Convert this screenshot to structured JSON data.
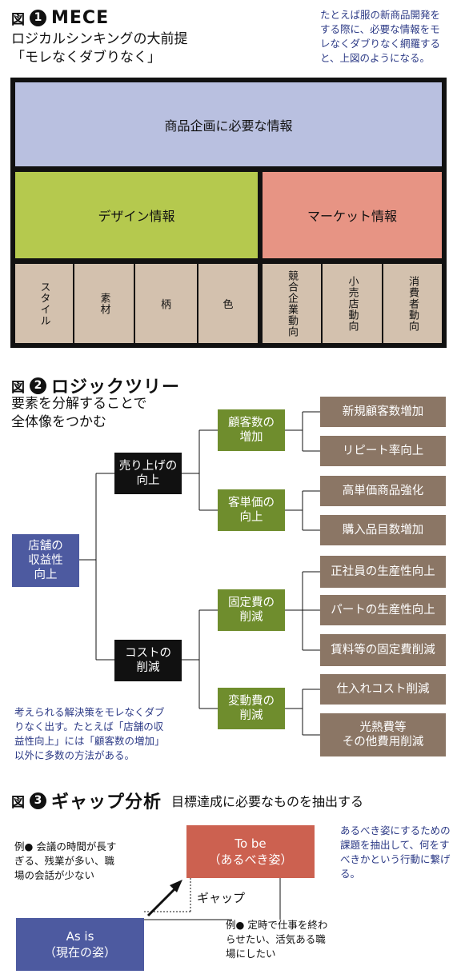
{
  "fig1": {
    "label": "図",
    "number": "1",
    "title": "MECE",
    "subtitle_line1": "ロジカルシンキングの大前提",
    "subtitle_line2": "「モレなくダブりなく」",
    "note": "たとえば服の新商品開発をする際に、必要な情報をモレなくダブりなく網羅すると、上図のようになる。",
    "top_box": "商品企画に必要な情報",
    "left_box": "デザイン情報",
    "right_box": "マーケット情報",
    "design_items": [
      "スタイル",
      "素材",
      "柄",
      "色"
    ],
    "market_items": [
      "競合企業動向",
      "小売店動向",
      "消費者動向"
    ],
    "colors": {
      "top": "#b9c0e0",
      "left": "#b5c94e",
      "right": "#e79484",
      "bottom": "#d3c1ae"
    }
  },
  "fig2": {
    "label": "図",
    "number": "2",
    "title": "ロジックツリー",
    "subtitle_line1": "要素を分解することで",
    "subtitle_line2": "全体像をつかむ",
    "root": "店舗の\n収益性\n向上",
    "sales": "売り上げの\n向上",
    "cost": "コストの\n削減",
    "customers": "顧客数の\n増加",
    "unit_price": "客単価の\n向上",
    "fixed_cost": "固定費の\n削減",
    "variable_cost": "変動費の\n削減",
    "leaves": [
      "新規顧客数増加",
      "リピート率向上",
      "高単価商品強化",
      "購入品目数増加",
      "正社員の生産性向上",
      "パートの生産性向上",
      "賃料等の固定費削減",
      "仕入れコスト削減",
      "光熱費等\nその他費用削減"
    ],
    "note": "考えられる解決策をモレなくダブりなく出す。たとえば「店舗の収益性向上」には「顧客数の増加」以外に多数の方法がある。"
  },
  "fig3": {
    "label": "図",
    "number": "3",
    "title": "ギャップ分析",
    "subtitle": "目標達成に必要なものを抽出する",
    "note": "あるべき姿にするための課題を抽出して、何をすべきかという行動に繋げる。",
    "to_be": "To be\n（あるべき姿）",
    "as_is": "As is\n（現在の姿）",
    "gap": "ギャップ",
    "example_now": "例● 会議の時間が長すぎる、残業が多い、職場の会話が少ない",
    "example_goal": "例● 定時で仕事を終わらせたい、活気ある職場にしたい",
    "colors": {
      "to_be": "#cc6150",
      "as_is": "#4d5aa0"
    }
  }
}
